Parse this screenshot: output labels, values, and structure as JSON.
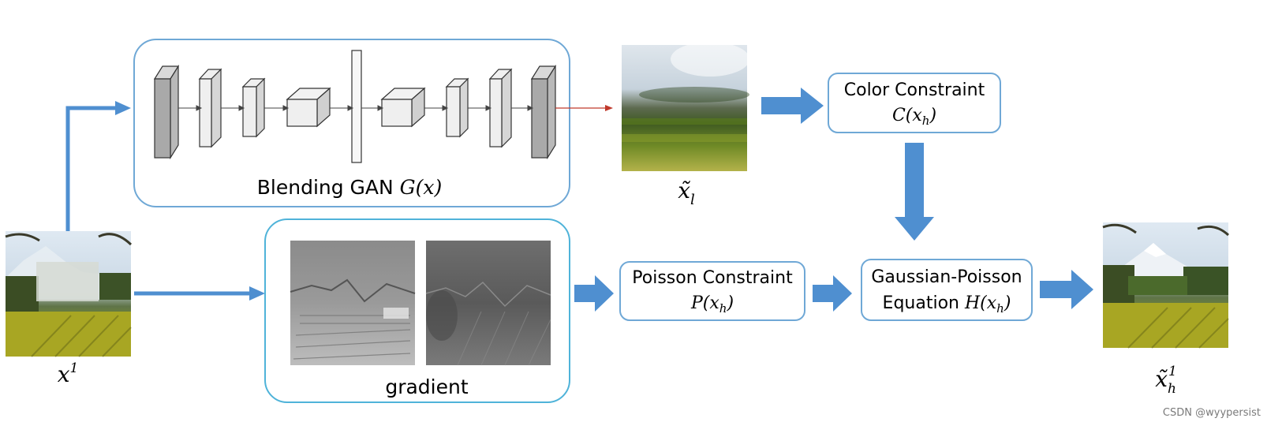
{
  "blending_gan": {
    "label": "Blending GAN ",
    "func": "G(x)"
  },
  "gradient": {
    "label": "gradient"
  },
  "color_constraint": {
    "title": "Color Constraint",
    "func": "C(x",
    "sub": "h",
    "close": ")"
  },
  "poisson_constraint": {
    "title": "Poisson Constraint",
    "func": "P(x",
    "sub": "h",
    "close": ")"
  },
  "gaussian_poisson": {
    "title": "Gaussian-Poisson",
    "line2": "Equation ",
    "func": "H(x",
    "sub": "h",
    "close": ")"
  },
  "input_label": {
    "base": "x",
    "sup": "1"
  },
  "low_res_label": {
    "base": "x̃",
    "sub": "l"
  },
  "output_label": {
    "base": "x̃",
    "sub": "h",
    "sup": "1"
  },
  "watermark": "CSDN @wyypersist",
  "colors": {
    "blue_box": "#6fa8d6",
    "cyan_box": "#4fb3d9",
    "arrow": "#4f8fd0",
    "red_arrow": "#c0392b"
  }
}
